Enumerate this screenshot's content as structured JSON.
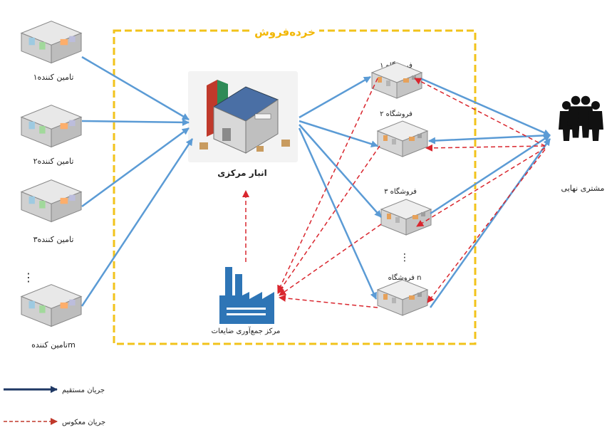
{
  "retail_label": "خرده‌فروش",
  "suppliers": [
    "تامین کننده۱",
    "تامین کننده۲",
    "تامین کننده۳",
    "تامین کنندهm"
  ],
  "warehouse_label": "انبار مرکزی",
  "stores": [
    "فروشگاه ۱",
    "فروشگاه ۲",
    "فروشگاه ۳",
    "فروشگاه n"
  ],
  "recycle_label": "مرکز جمع‌آوری ضایعات",
  "customer_label": "مشتری نهایی",
  "ellipsis": "⋮",
  "legend": {
    "forward": "جریان مستقیم",
    "reverse": "جریان معکوس"
  },
  "colors": {
    "border": "#F2C31B",
    "forward": "#5B9BD5",
    "reverse": "#D9262E",
    "legend_forward": "#1F3864",
    "legend_reverse": "#C0392B",
    "retail_text": "#F2B705",
    "factory": "#2E75B6",
    "customer": "#111111"
  }
}
